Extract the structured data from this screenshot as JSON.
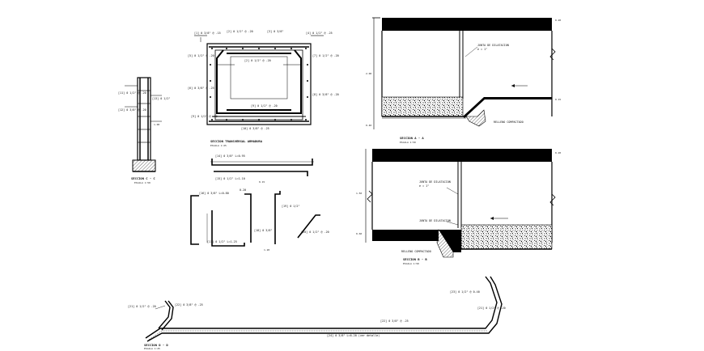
{
  "drawing": {
    "titles": {
      "transverse_section": "SECCION TRANSVERSAL ARMADURA",
      "transverse_scale": "ESCALA 1:25",
      "section_aa": "SECCION A - A",
      "section_aa_scale": "ESCALA 1:50",
      "section_bb": "SECCION B - B",
      "section_bb_scale": "ESCALA 1:50",
      "section_cc": "SECCION C - C",
      "section_cc_scale": "ESCALA 1:50",
      "long_bar": "SECCION D - D",
      "long_bar_scale": "ESCALA 1:25"
    },
    "bar_callouts": {
      "top": [
        "[1] 0 3/8\" @ .15",
        "[2] 0 1/2\" @ .20",
        "[3] 0 3/8\"",
        "[4] 0 1/2\" @ .25"
      ],
      "sides": [
        "[5] 0 1/2\" @ .20",
        "[6] 0 3/8\" @ .25",
        "[7] 0 1/2\" @ .20",
        "[8] 0 3/8\" @ .20"
      ],
      "bottom": [
        "[9] 0 1/2\" @ .20",
        "[10] 0 3/8\" @ .25"
      ],
      "column": [
        "[11] 0 1/2\" @ .20",
        "[12] 0 3/8\" @ .20",
        "[13] 0 1/2\""
      ],
      "details": [
        "[14] 0 3/8\" L=0.95",
        "[15] 0 1/2\" L=1.10",
        "[16] 0 3/8\" L=0.80",
        "[17] 0 1/2\" L=1.25",
        "[18] 0 3/8\"",
        "[19] 0 1/2\"",
        "[20] 0 1/2\" @ .20"
      ],
      "long_bar": [
        "[21] 0 1/2\" @ .20",
        "[22] 0 3/8\" @ .25",
        "[23] 0 1/2\" @ 0.40",
        "[24] 0 3/8\" L=6.20 (ver detalle)"
      ]
    },
    "notes": {
      "joint_top": "JUNTA DE DILATACION",
      "joint_sub": "e = 1\"",
      "joint_bot": "JUNTA DE DILATACION",
      "fill": "RELLENO COMPACTADO"
    },
    "dims": [
      "1.00",
      "0.20",
      "1.20",
      "0.15",
      "0.40",
      "2.00",
      "1.50",
      "0.60"
    ]
  }
}
